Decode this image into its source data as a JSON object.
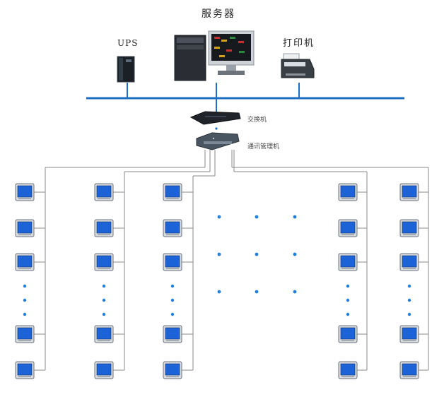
{
  "labels": {
    "server": "服务器",
    "ups": "UPS",
    "printer": "打印机",
    "switch": "交换机",
    "converter": "通讯管理机"
  },
  "colors": {
    "bus": "#1c6fc4",
    "meter_screen": "#1d63d8",
    "lines": "#8a8a8a",
    "dots": "#1f7fdc"
  },
  "devices": {
    "server": "server-tower-with-monitor-icon",
    "ups": "ups-icon",
    "printer": "printer-icon",
    "switch": "network-switch-icon",
    "converter": "communication-manager-icon",
    "meter": "power-meter-icon"
  },
  "meter_columns": 5,
  "meters_per_column": 5,
  "placeholder_grid": "3x3 dots"
}
